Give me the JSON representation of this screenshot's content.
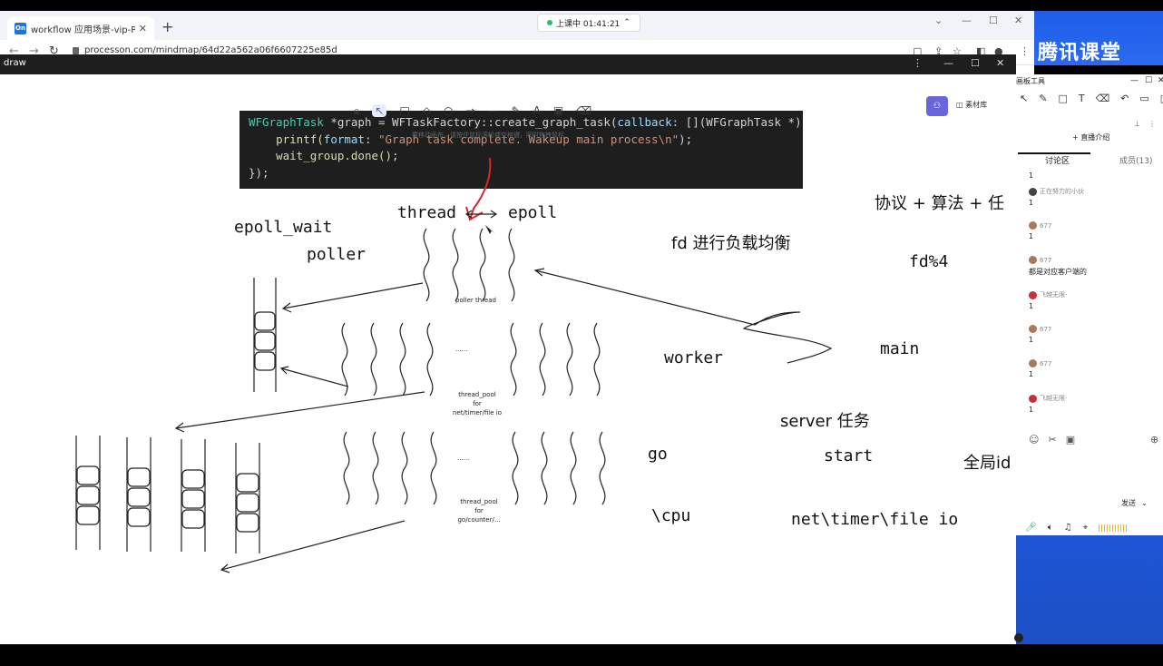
{
  "browser": {
    "tab_title": "workflow 应用场景-vip-Proce",
    "tab_favicon": "On",
    "tab_close": "✕",
    "new_tab": "+",
    "live_status": "上课中 01:41:21",
    "url": "processon.com/mindmap/64d22a562a06f6607225e85d"
  },
  "drawbar": {
    "label": "draw"
  },
  "brand": {
    "text": "腾讯课堂"
  },
  "toolbar": {
    "hint": "要移动画布，请按住鼠标滚轮或空格键，同时拖拽鼠标",
    "library_label": "素材库"
  },
  "code": {
    "line1_type": "WFGraphTask",
    "line1_rest": " *graph = WFTaskFactory::create_graph_task(",
    "line1_param": "callback:",
    "line1_tail": " [](WFGraphTask *)",
    "line2_fn": "printf(",
    "line2_param": "format:",
    "line2_str": " \"Graph task complete. Wakeup main process\\n\"",
    "line2_end": ");",
    "line3": "wait_group.done();",
    "line4": "});"
  },
  "canvas_text": {
    "thread": "thread",
    "epoll": "epoll",
    "epoll_wait": "epoll_wait",
    "poller": "poller",
    "fd_balance": "fd 进行负载均衡",
    "protocol": "协议 + 算法 + 任",
    "fd_mod": "fd%4",
    "poller_thread": "poller thread",
    "dots1": "......",
    "worker": "worker",
    "main": "main",
    "thread_pool1_a": "thread_pool",
    "thread_pool1_b": "for",
    "thread_pool1_c": "net/timer/file io",
    "server_task": "server 任务",
    "dots2": "......",
    "go": "go",
    "start": "start",
    "global_id": "全局id",
    "thread_pool2_a": "thread_pool",
    "thread_pool2_b": "for",
    "thread_pool2_c": "go/counter/...",
    "cpu": "\\cpu",
    "net_io": "net\\timer\\file io"
  },
  "panel": {
    "title": "画板工具",
    "intro": "+ 直播介绍",
    "tab_discussion": "讨论区",
    "tab_members": "成员(13)",
    "messages": [
      {
        "who": "",
        "text": "1"
      },
      {
        "who": "正在努力的小伙",
        "text": "1"
      },
      {
        "who": "677",
        "text": "1"
      },
      {
        "who": "677",
        "text": "都是对应客户端的"
      },
      {
        "who": "飞越无限-",
        "text": "1"
      },
      {
        "who": "677",
        "text": "1"
      },
      {
        "who": "677",
        "text": "1"
      },
      {
        "who": "飞越无限-",
        "text": "1"
      }
    ],
    "send_label": "发送"
  }
}
